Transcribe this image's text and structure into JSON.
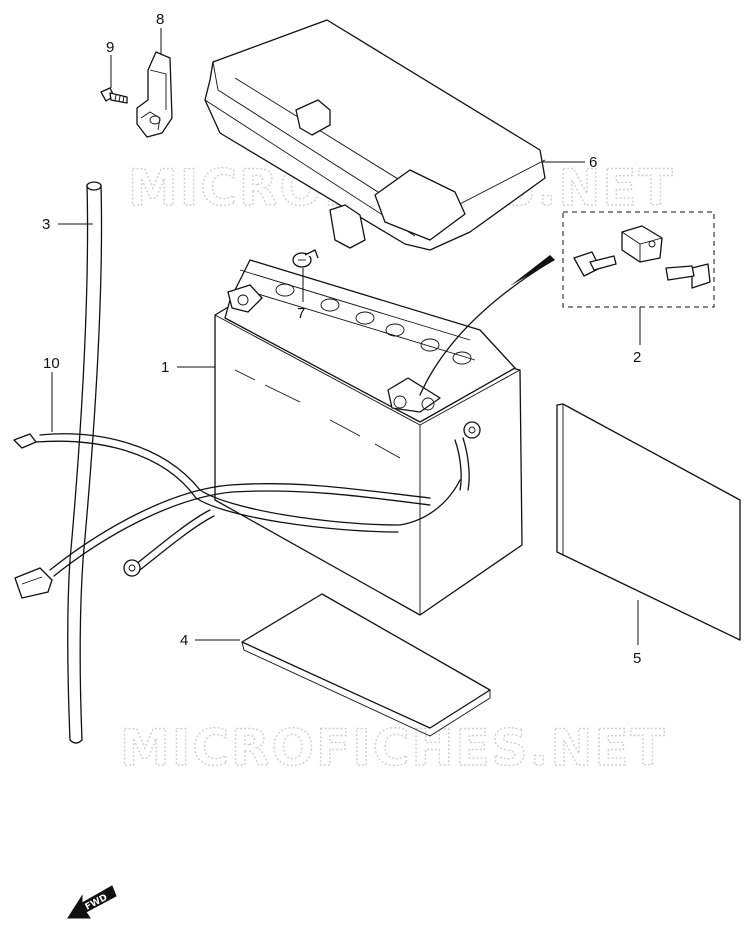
{
  "watermark": "MICROFICHES.NET",
  "fwd_label": "FWD",
  "callouts": {
    "p1": "1",
    "p2": "2",
    "p3": "3",
    "p4": "4",
    "p5": "5",
    "p6": "6",
    "p7": "7",
    "p8": "8",
    "p9": "9",
    "p10": "10"
  },
  "colors": {
    "line": "#111111",
    "watermark": "#cfcfcf",
    "background": "#ffffff"
  }
}
